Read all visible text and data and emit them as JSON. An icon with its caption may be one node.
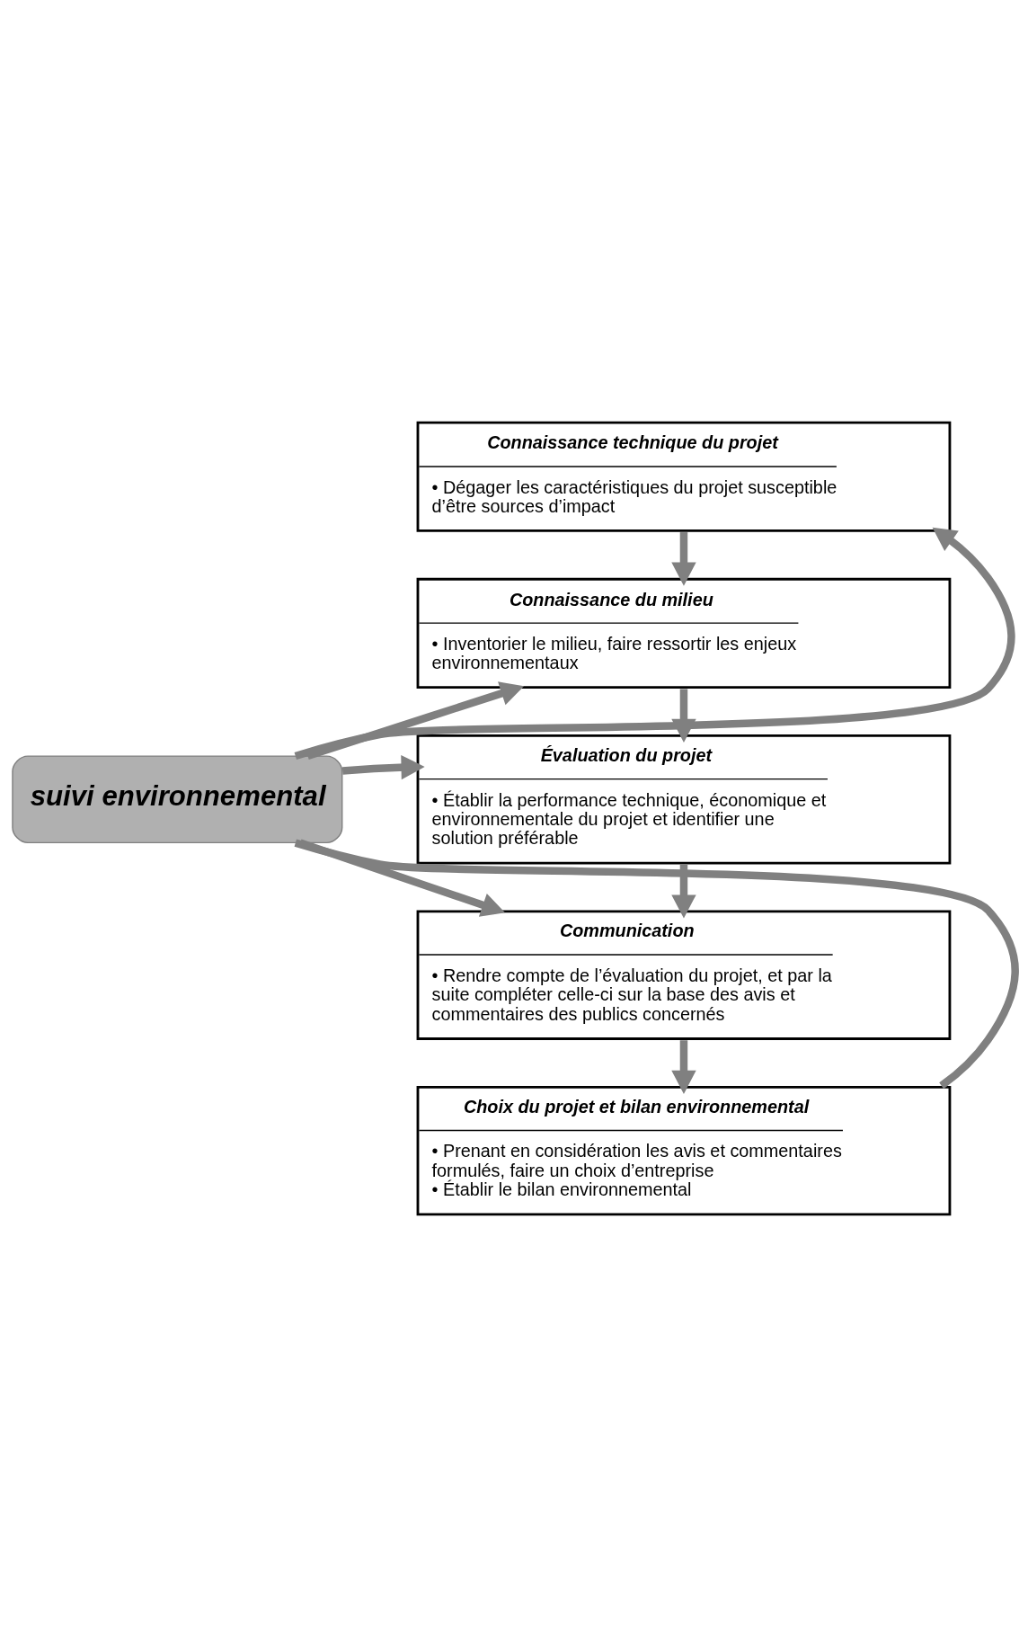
{
  "diagram": {
    "nodes": [
      {
        "text": [
          "Connaissance technique du projet",
          "• Dégager les caractéristiques du projet susceptible d’être sources d’impact"
        ]
      },
      {
        "text": [
          "Connaissance du milieu",
          "• Inventorier le milieu, faire ressortir les enjeux environnementaux"
        ]
      },
      {
        "text": [
          "Évaluation du projet",
          "• Établir la performance technique, économique et environnementale du projet et identifier une solution préférable"
        ]
      },
      {
        "text": [
          "Communication",
          "• Rendre compte de l’évaluation du projet, et par la suite compléter celle-ci sur la base des avis et commentaires des publics concernés"
        ]
      },
      {
        "text": [
          "Choix du projet et bilan environnemental",
          "• Prenant en considération les avis et commentaires formulés, faire un choix d’entreprise",
          "• Établir le bilan environnemental"
        ]
      },
      {
        "text": [
          "suivi environnemental"
        ]
      }
    ],
    "edges": [
      {
        "from": 0,
        "to": 1,
        "arrow": "to"
      },
      {
        "from": 1,
        "to": 2,
        "arrow": "to"
      },
      {
        "from": 2,
        "to": 3,
        "arrow": "to"
      },
      {
        "from": 3,
        "to": 4,
        "arrow": "to"
      },
      {
        "from": 4,
        "to": 5,
        "arrow": "none"
      },
      {
        "from": 5,
        "to": 0,
        "arrow": "to"
      },
      {
        "from": 5,
        "to": 1,
        "arrow": "to"
      },
      {
        "from": 5,
        "to": 2,
        "arrow": "to"
      },
      {
        "from": 5,
        "to": 3,
        "arrow": "to"
      }
    ]
  }
}
